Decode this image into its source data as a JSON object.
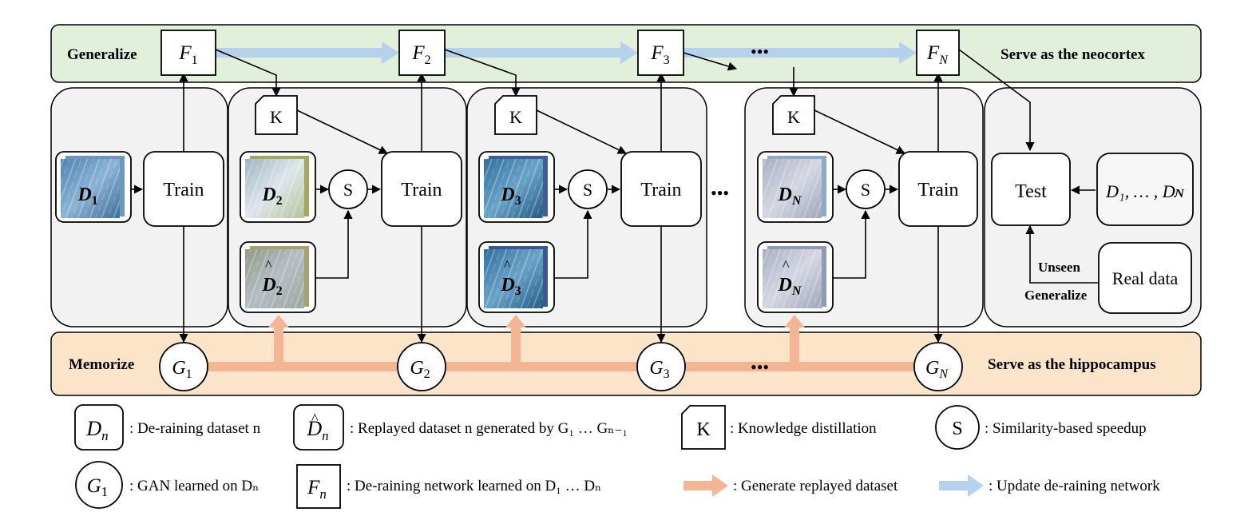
{
  "bands": {
    "generalize_label": "Generalize",
    "generalize_role": "Serve as the neocortex",
    "memorize_label": "Memorize",
    "memorize_role": "Serve as the hippocampus"
  },
  "networks": [
    "F",
    "F",
    "F",
    "F"
  ],
  "network_subs": [
    "1",
    "2",
    "3",
    "N"
  ],
  "gans": [
    "G",
    "G",
    "G",
    "G"
  ],
  "gan_subs": [
    "1",
    "2",
    "3",
    "N"
  ],
  "ellipsis": "•••",
  "ellipsis_mid": "•••",
  "stages": {
    "train_label": "Train",
    "kd_label": "K",
    "similarity_label": "S",
    "datasets": [
      "D",
      "D",
      "D",
      "D"
    ],
    "dataset_subs": [
      "1",
      "2",
      "3",
      "N"
    ],
    "replayed": [
      "D",
      "D",
      "D"
    ],
    "replayed_subs": [
      "2",
      "3",
      "N"
    ]
  },
  "test_panel": {
    "test_label": "Test",
    "all_datasets": "D₁, … , Dɴ",
    "real_data": "Real data",
    "unseen": "Unseen",
    "generalize": "Generalize"
  },
  "legend": {
    "dn_symbol": "D",
    "dn_sub": "n",
    "dn_text": ": De-raining dataset n",
    "dhat_symbol": "D",
    "dhat_sub": "n",
    "dhat_text": ": Replayed dataset n generated by G₁ … Gₙ₋₁",
    "k_symbol": "K",
    "k_text": ": Knowledge distillation",
    "s_symbol": "S",
    "s_text": ": Similarity-based speedup",
    "g_symbol": "G",
    "g_sub": "1",
    "g_text": ": GAN learned on Dₙ",
    "f_symbol": "F",
    "f_sub": "n",
    "f_text": ": De-raining network learned on D₁ … Dₙ",
    "orange_text": ": Generate replayed dataset",
    "blue_text": ": Update de-raining network"
  },
  "colors": {
    "generalize_band": "#E2EFDA",
    "memorize_band": "#FCE4C8",
    "stage_bg": "#F2F2F2",
    "blue_arrow": "#B4D2EC",
    "orange_arrow": "#F4B594",
    "rain_blue": "#5B8DB8",
    "rain_light": "#B8C9D6",
    "rain_teal": "#3C76A8",
    "rain_grey": "#B9BECC"
  }
}
